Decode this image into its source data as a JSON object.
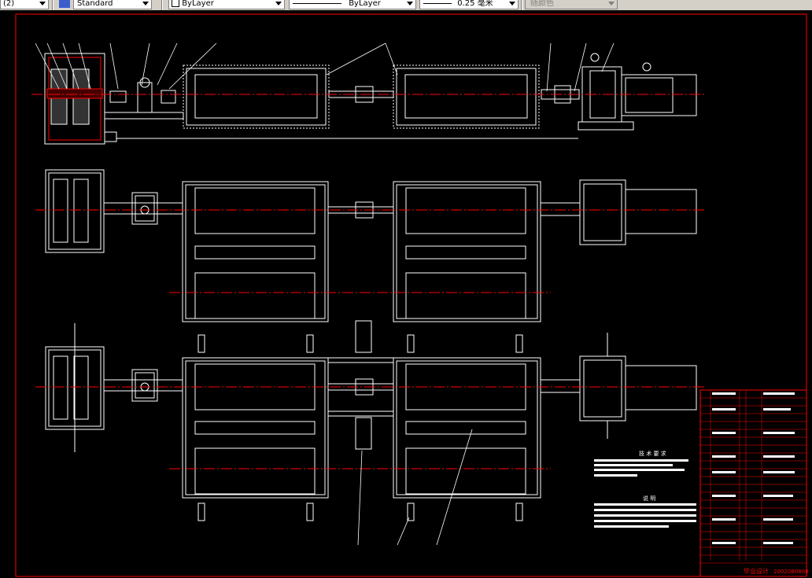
{
  "toolbar": {
    "scale_label": "(2)",
    "text_style": "Standard",
    "layer_color": "ByLayer",
    "linetype": "ByLayer",
    "lineweight": "0.25 毫米",
    "plot_style": "随颜色"
  },
  "drawing": {
    "notes_title_1": "技 术 要 求",
    "notes_title_2": "说  明",
    "title_block_text": "毕业设计",
    "drawing_number": "2002080808"
  },
  "colors": {
    "background": "#000000",
    "outline": "#ffffff",
    "frame": "#ff0000",
    "centerline": "#ff0000",
    "leader": "#ffffff",
    "toolbar": "#d4d0c8"
  }
}
